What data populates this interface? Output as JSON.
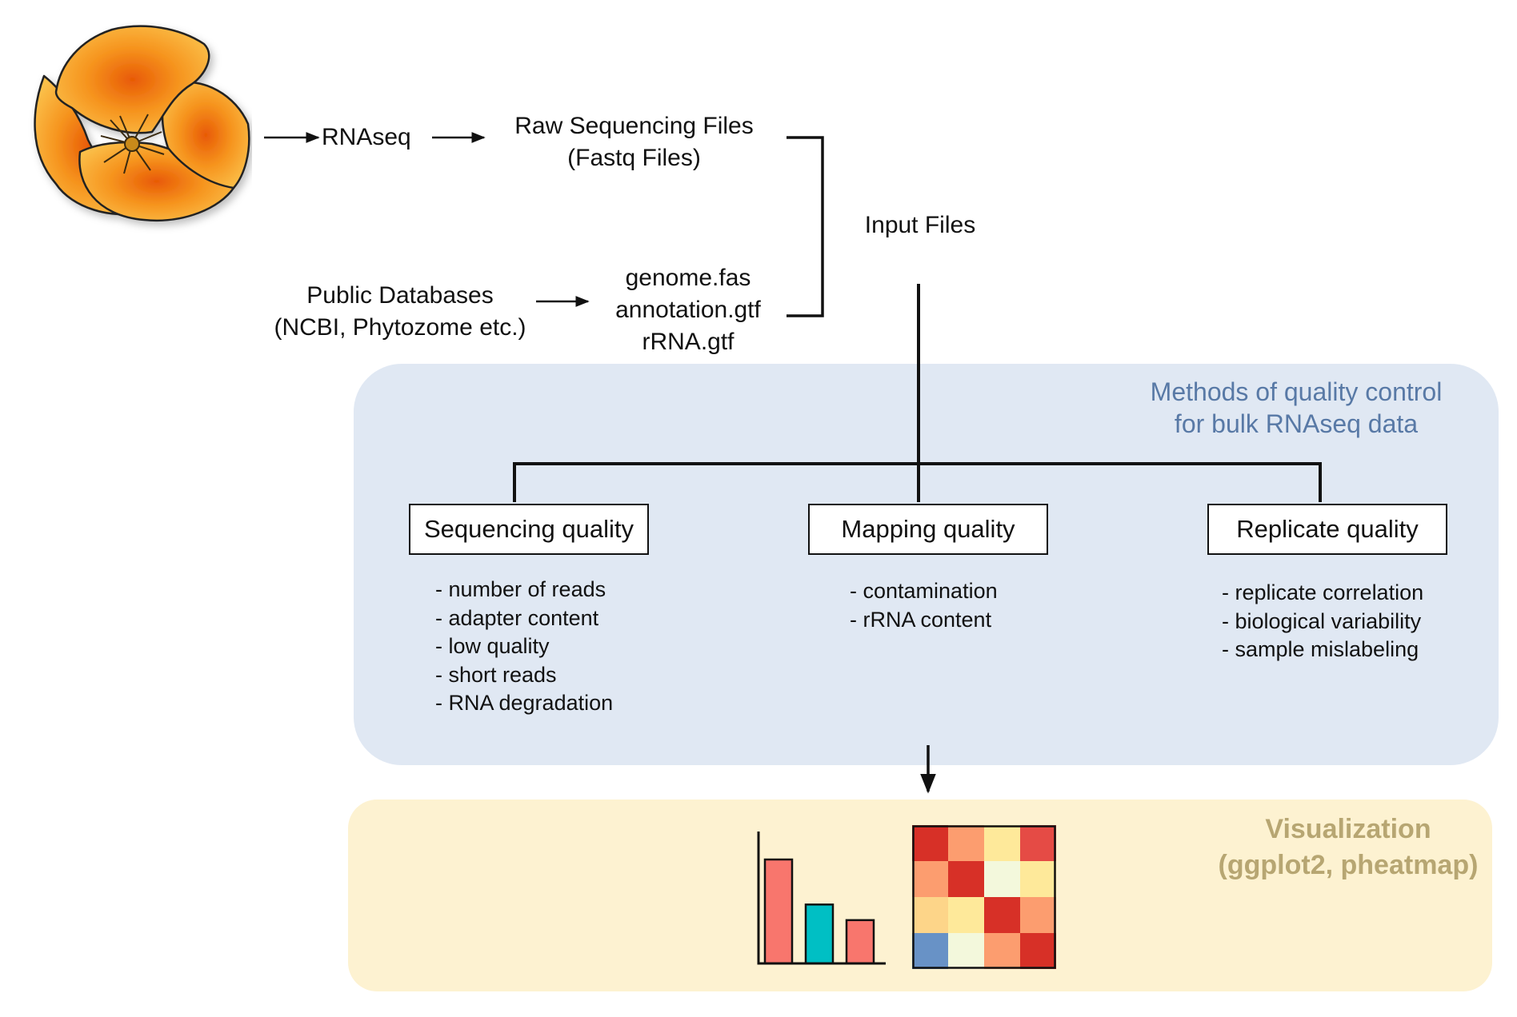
{
  "diagram": {
    "nodes": {
      "rnaseq": "RNAseq",
      "raw_files_line1": "Raw Sequencing Files",
      "raw_files_line2": "(Fastq Files)",
      "public_db_line1": "Public Databases",
      "public_db_line2": "(NCBI, Phytozome etc.)",
      "ref_genome": "genome.fas",
      "ref_annotation": "annotation.gtf",
      "ref_rrna": "rRNA.gtf",
      "input_files": "Input Files"
    },
    "qc_panel": {
      "title_line1": "Methods of quality control",
      "title_line2": "for bulk RNAseq data",
      "color": "#e0e8f3",
      "title_color": "#5879a6"
    },
    "categories": [
      {
        "label": "Sequencing quality",
        "items": [
          "- number of reads",
          "- adapter content",
          "- low quality",
          "- short reads",
          "- RNA degradation"
        ]
      },
      {
        "label": "Mapping quality",
        "items": [
          "- contamination",
          "- rRNA content"
        ]
      },
      {
        "label": "Replicate quality",
        "items": [
          "- replicate correlation",
          "- biological variability",
          "- sample mislabeling"
        ]
      }
    ],
    "viz_panel": {
      "title_line1": "Visualization",
      "title_line2": "(ggplot2, pheatmap)",
      "color": "#fdf2d1",
      "title_color": "#b7a672"
    },
    "icons": [
      "poppy-flower-icon",
      "bar-chart-icon",
      "heatmap-icon"
    ],
    "bar_chart_icon": {
      "values": [
        3,
        1.7,
        1.25
      ],
      "colors": [
        "#f8766d",
        "#00bfc4",
        "#f8766d"
      ]
    },
    "heatmap_icon": {
      "cells": [
        [
          "#d73027",
          "#fc9d6f",
          "#fee99a",
          "#e54b45"
        ],
        [
          "#fc9d6f",
          "#d73027",
          "#f3f8dc",
          "#fee99a"
        ],
        [
          "#fdd589",
          "#fee99a",
          "#d73027",
          "#fc9d6f"
        ],
        [
          "#6892c6",
          "#f3f8dc",
          "#fc9d6f",
          "#d73027"
        ]
      ]
    }
  }
}
